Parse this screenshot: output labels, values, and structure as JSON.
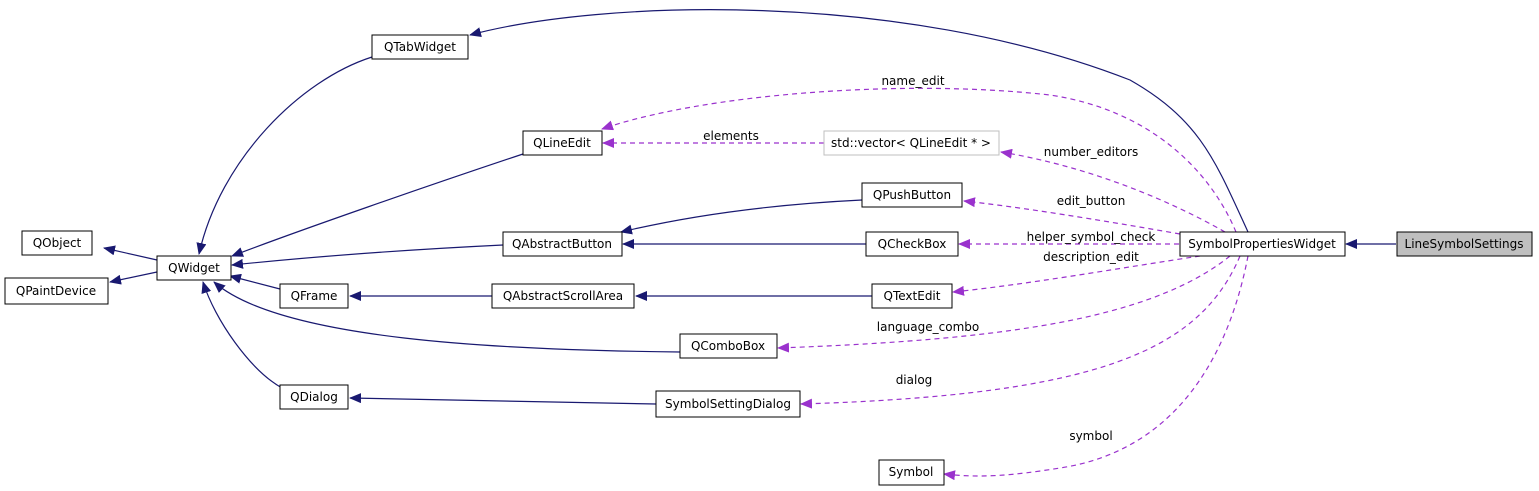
{
  "colors": {
    "inheritance": "#191970",
    "usage": "#9a32cd",
    "focus_fill": "#bfbfbf",
    "external_border": "#bfbfbf"
  },
  "nodes": {
    "qobject": "QObject",
    "qpaintdevice": "QPaintDevice",
    "qwidget": "QWidget",
    "qtabwidget": "QTabWidget",
    "qlineedit": "QLineEdit",
    "vector": "std::vector< QLineEdit * >",
    "qabstractbutton": "QAbstractButton",
    "qpushbutton": "QPushButton",
    "qcheckbox": "QCheckBox",
    "qframe": "QFrame",
    "qabstractscrollarea": "QAbstractScrollArea",
    "qtextedit": "QTextEdit",
    "qcombobox": "QComboBox",
    "qdialog": "QDialog",
    "symbolsettingdialog": "SymbolSettingDialog",
    "symbol": "Symbol",
    "symbolpropertieswidget": "SymbolPropertiesWidget",
    "linesymbolsettings": "LineSymbolSettings"
  },
  "edge_labels": {
    "name_edit": "name_edit",
    "elements": "elements",
    "number_editors": "number_editors",
    "edit_button": "edit_button",
    "helper_symbol_check": "helper_symbol_check",
    "description_edit": "description_edit",
    "language_combo": "language_combo",
    "dialog": "dialog",
    "symbol": "symbol"
  }
}
